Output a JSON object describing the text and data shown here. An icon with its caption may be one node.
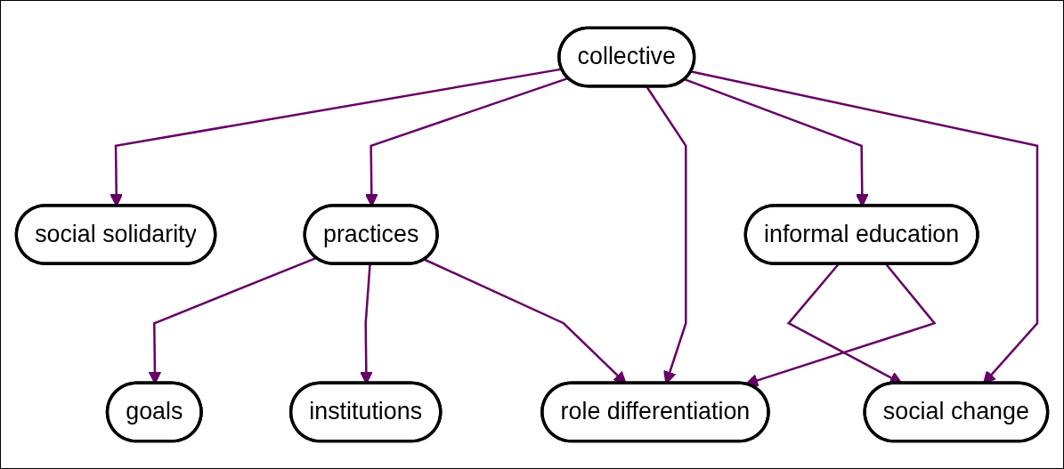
{
  "diagram": {
    "nodes": [
      {
        "text": [
          "collective"
        ]
      },
      {
        "text": [
          "social solidarity"
        ]
      },
      {
        "text": [
          "practices"
        ]
      },
      {
        "text": [
          "informal education"
        ]
      },
      {
        "text": [
          "social change"
        ]
      },
      {
        "text": [
          "goals"
        ]
      },
      {
        "text": [
          "institutions"
        ]
      },
      {
        "text": [
          "role differentiation"
        ]
      }
    ],
    "edges": [
      {
        "from": 0,
        "to": 1,
        "arrow": "to"
      },
      {
        "from": 0,
        "to": 2,
        "arrow": "to"
      },
      {
        "from": 0,
        "to": 7,
        "arrow": "to"
      },
      {
        "from": 0,
        "to": 3,
        "arrow": "to"
      },
      {
        "from": 0,
        "to": 4,
        "arrow": "to"
      },
      {
        "from": 3,
        "to": 4,
        "arrow": "to"
      },
      {
        "from": 2,
        "to": 5,
        "arrow": "to"
      },
      {
        "from": 2,
        "to": 6,
        "arrow": "to"
      },
      {
        "from": 2,
        "to": 7,
        "arrow": "to"
      },
      {
        "from": 3,
        "to": 7,
        "arrow": "to"
      }
    ]
  }
}
